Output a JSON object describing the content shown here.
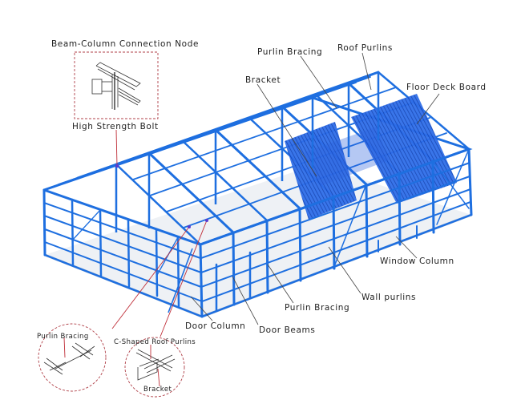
{
  "diagram": {
    "type": "annotated-isometric-illustration",
    "subject": "Steel structure warehouse frame",
    "colors": {
      "frame": "#1e6fe0",
      "frame_dark": "#0f4fb8",
      "deck": "#1550d0",
      "base": "#b9c4d2",
      "callout_line": "#444444",
      "detail_line": "#c0303a",
      "detail_border": "#b04048",
      "text": "#222222"
    },
    "labels": {
      "beam_column_node": "Beam-Column Connection Node",
      "high_strength_bolt": "High Strength Bolt",
      "purlin_bracing_top": "Purlin Bracing",
      "roof_purlins": "Roof Purlins",
      "bracket_top": "Bracket",
      "floor_deck_board": "Floor Deck Board",
      "window_column": "Window Column",
      "wall_purlins": "Wall purlins",
      "purlin_bracing_bottom": "Purlin Bracing",
      "door_column": "Door Column",
      "door_beams": "Door Beams",
      "detail_purlin_bracing": "Purlin Bracing",
      "detail_c_shaped_roof_purlins": "C-Shaped Roof Purlins",
      "detail_bracket": "Bracket"
    },
    "details": [
      {
        "id": "beam-column-node",
        "shape": "dashed-rectangle",
        "caption": "Beam-Column Connection Node",
        "sub_caption": "High Strength Bolt"
      },
      {
        "id": "purlin-bracing-detail",
        "shape": "dashed-circle",
        "caption": "Purlin Bracing"
      },
      {
        "id": "c-purlin-bracket-detail",
        "shape": "dashed-circle",
        "caption": "C-Shaped Roof Purlins",
        "sub_caption": "Bracket"
      }
    ]
  }
}
